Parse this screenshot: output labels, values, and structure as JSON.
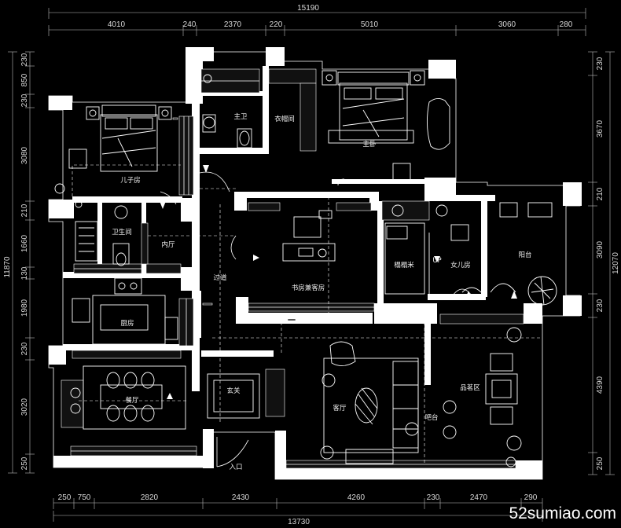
{
  "dimensions": {
    "top_total": "15190",
    "top": [
      "4010",
      "240",
      "2370",
      "220",
      "5010",
      "3060",
      "280"
    ],
    "bottom": [
      "250",
      "750",
      "2820",
      "2430",
      "4260",
      "230",
      "2470",
      "290"
    ],
    "bottom_total": "13730",
    "left": [
      "230",
      "850",
      "230",
      "3080",
      "210",
      "1660",
      "130",
      "1980",
      "230",
      "3020",
      "250"
    ],
    "left_total": "11870",
    "right": [
      "230",
      "3670",
      "210",
      "3090",
      "230",
      "4390",
      "250"
    ],
    "right_total": "12070"
  },
  "rooms": {
    "kids_room": "儿子房",
    "master_bath": "主卫",
    "closet": "衣帽间",
    "master_bedroom": "主卧",
    "bathroom": "卫生间",
    "inner_hall": "内厅",
    "corridor": "过道",
    "study_guest": "书房兼客房",
    "tatami": "榻榻米",
    "daughter_room": "女儿房",
    "balcony": "阳台",
    "kitchen": "厨房",
    "dining": "餐厅",
    "foyer": "玄关",
    "living": "客厅",
    "bar": "吧台",
    "tea_area": "品茗区",
    "entrance": "入口"
  },
  "annotations": {
    "up": "UP"
  },
  "watermark": "52sumiao.com"
}
